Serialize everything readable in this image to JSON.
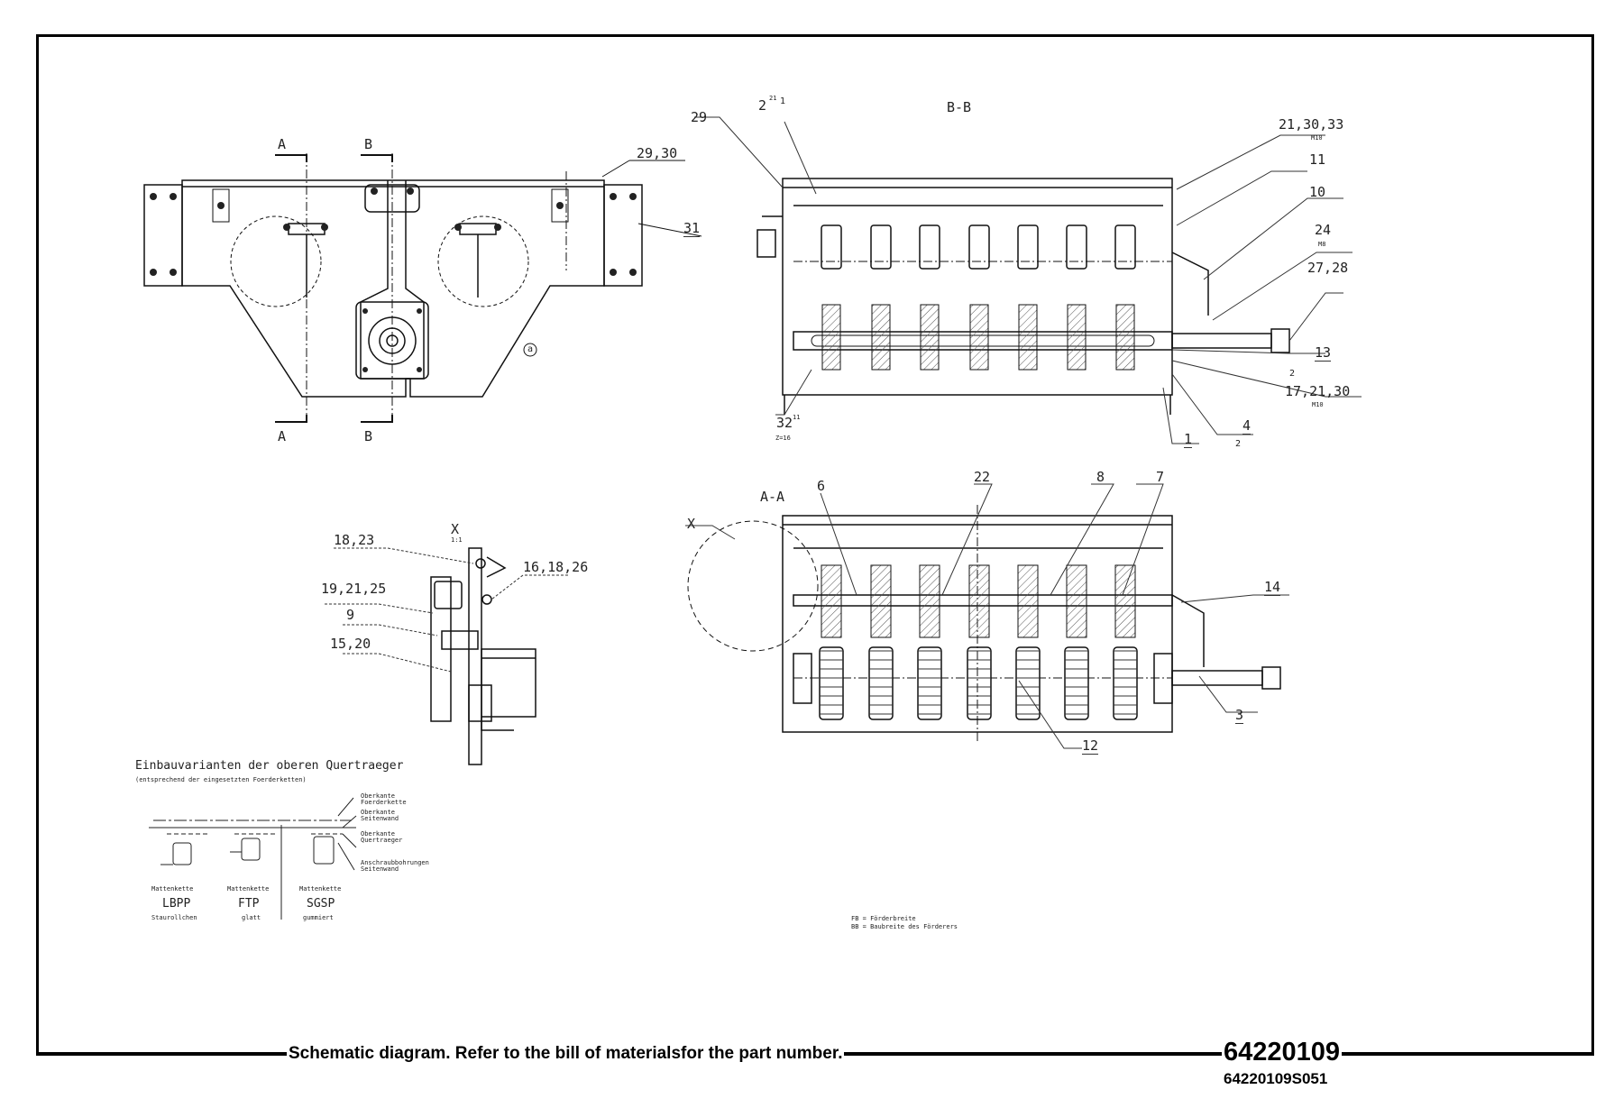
{
  "views": {
    "top": {
      "section_a": "A",
      "section_b": "B",
      "callout_29_30": "29,30",
      "callout_31": "31",
      "note_a": "a"
    },
    "bb": {
      "title": "B-B",
      "c29": "29",
      "c2": "2",
      "c2_sup": "21",
      "c2_circ": "1",
      "c21_30_33": "21,30,33",
      "c21_30_33_sub": "M10",
      "c11": "11",
      "c10": "10",
      "c24": "24",
      "c24_sub": "M8",
      "c27_28": "27,28",
      "c13": "13",
      "c2b": "2",
      "c17_21_30": "17,21,30",
      "c17_sub": "M10",
      "c4": "4",
      "c2c": "2",
      "c1": "1",
      "c32": "32",
      "c32_sup": "11",
      "c32_sub": "Z=16"
    },
    "aa": {
      "title": "A-A",
      "detail_x": "X",
      "c6": "6",
      "c22": "22",
      "c8": "8",
      "c7": "7",
      "c14": "14",
      "c3": "3",
      "c12": "12"
    },
    "detail": {
      "title": "X",
      "scale": "1:1",
      "c18_23": "18,23",
      "c16_18_26": "16,18,26",
      "c19_21_25": "19,21,25",
      "c9": "9",
      "c15_20": "15,20"
    },
    "variants": {
      "heading": "Einbauvarianten der oberen Quertraeger",
      "subheading": "(entsprechend der eingesetzten Foerderketten)",
      "legend_1": "Oberkante Foerderkette",
      "legend_2": "Oberkante Seitenwand",
      "legend_3": "Oberkante Quertraeger",
      "legend_4": "Anschraubbohrungen Seitenwand",
      "col1": {
        "type": "Mattenkette",
        "code": "LBPP",
        "note": "Staurollchen"
      },
      "col2": {
        "type": "Mattenkette",
        "code": "FTP",
        "note": "glatt"
      },
      "col3": {
        "type": "Mattenkette",
        "code": "SGSP",
        "note": "gummiert"
      }
    },
    "notes": {
      "fb": "FB = Förderbreite",
      "bb": "BB = Baubreite des Förderers"
    }
  },
  "footer": {
    "caption": "Schematic diagram. Refer to the bill of materialsfor the part number.",
    "part_number": "64220109",
    "drawing_number": "64220109S051"
  }
}
